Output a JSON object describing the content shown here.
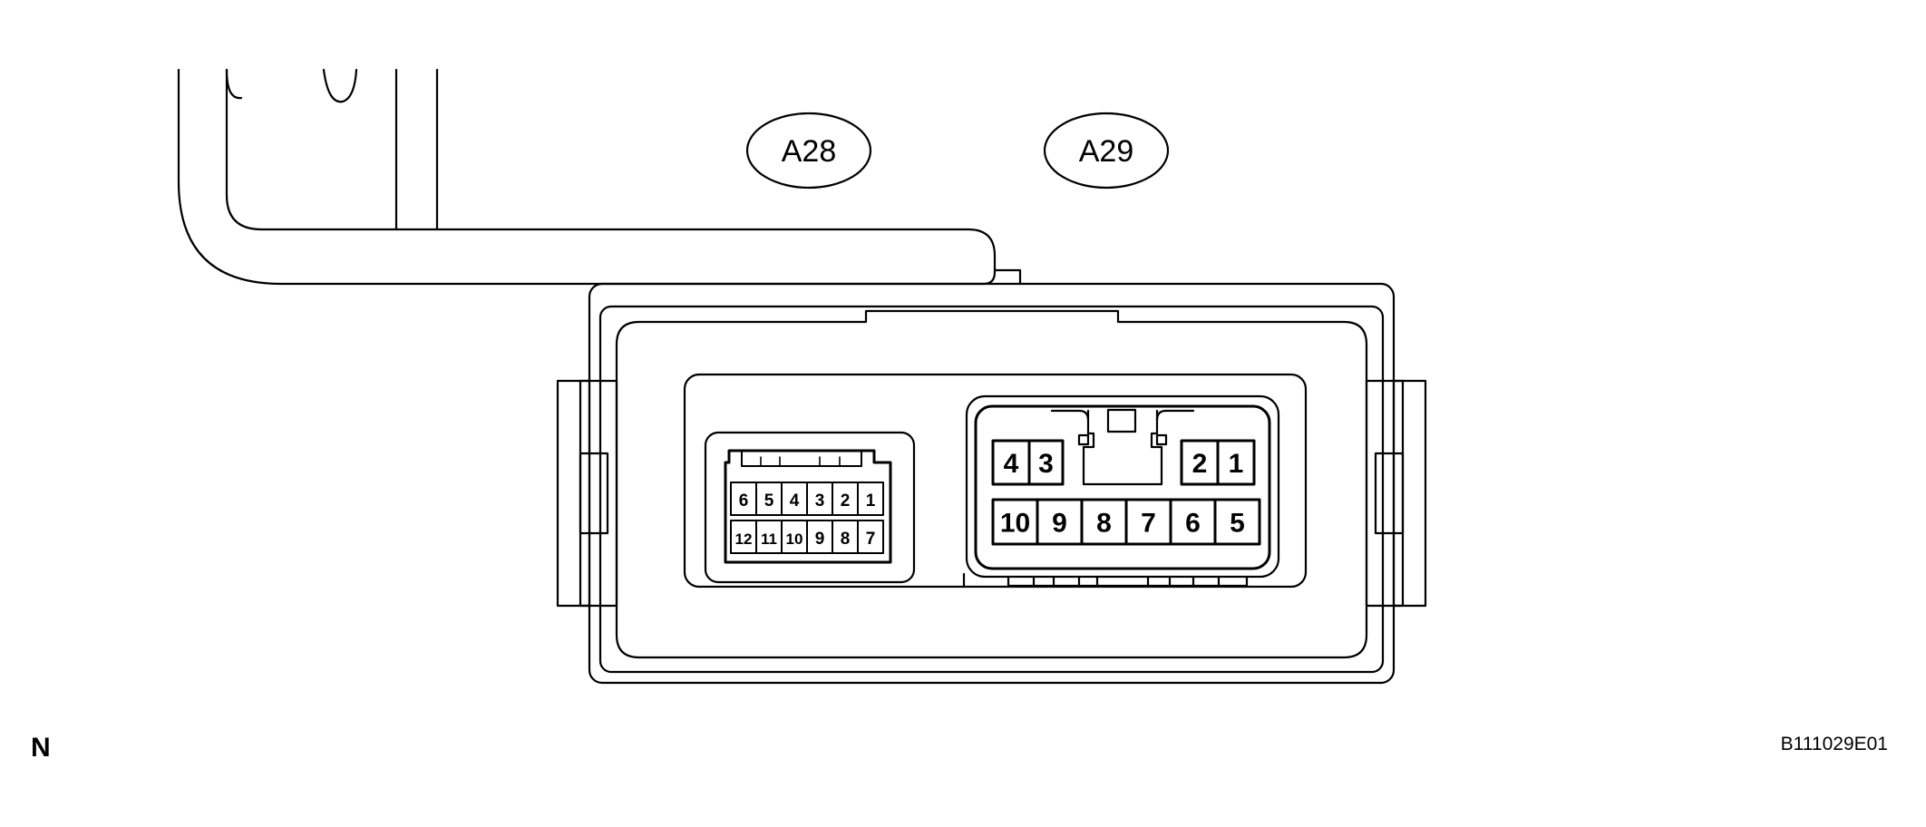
{
  "connector_labels": {
    "a28": "A28",
    "a29": "A29"
  },
  "a28_pins": {
    "top": [
      "6",
      "5",
      "4",
      "3",
      "2",
      "1"
    ],
    "bottom": [
      "12",
      "11",
      "10",
      "9",
      "8",
      "7"
    ]
  },
  "a29_pins": {
    "top_left": [
      "4",
      "3"
    ],
    "top_right": [
      "2",
      "1"
    ],
    "bottom": [
      "10",
      "9",
      "8",
      "7",
      "6",
      "5"
    ]
  },
  "view_marker": "N",
  "figure_code": "B111029E01",
  "colors": {
    "line": "#000000",
    "background": "#ffffff"
  }
}
